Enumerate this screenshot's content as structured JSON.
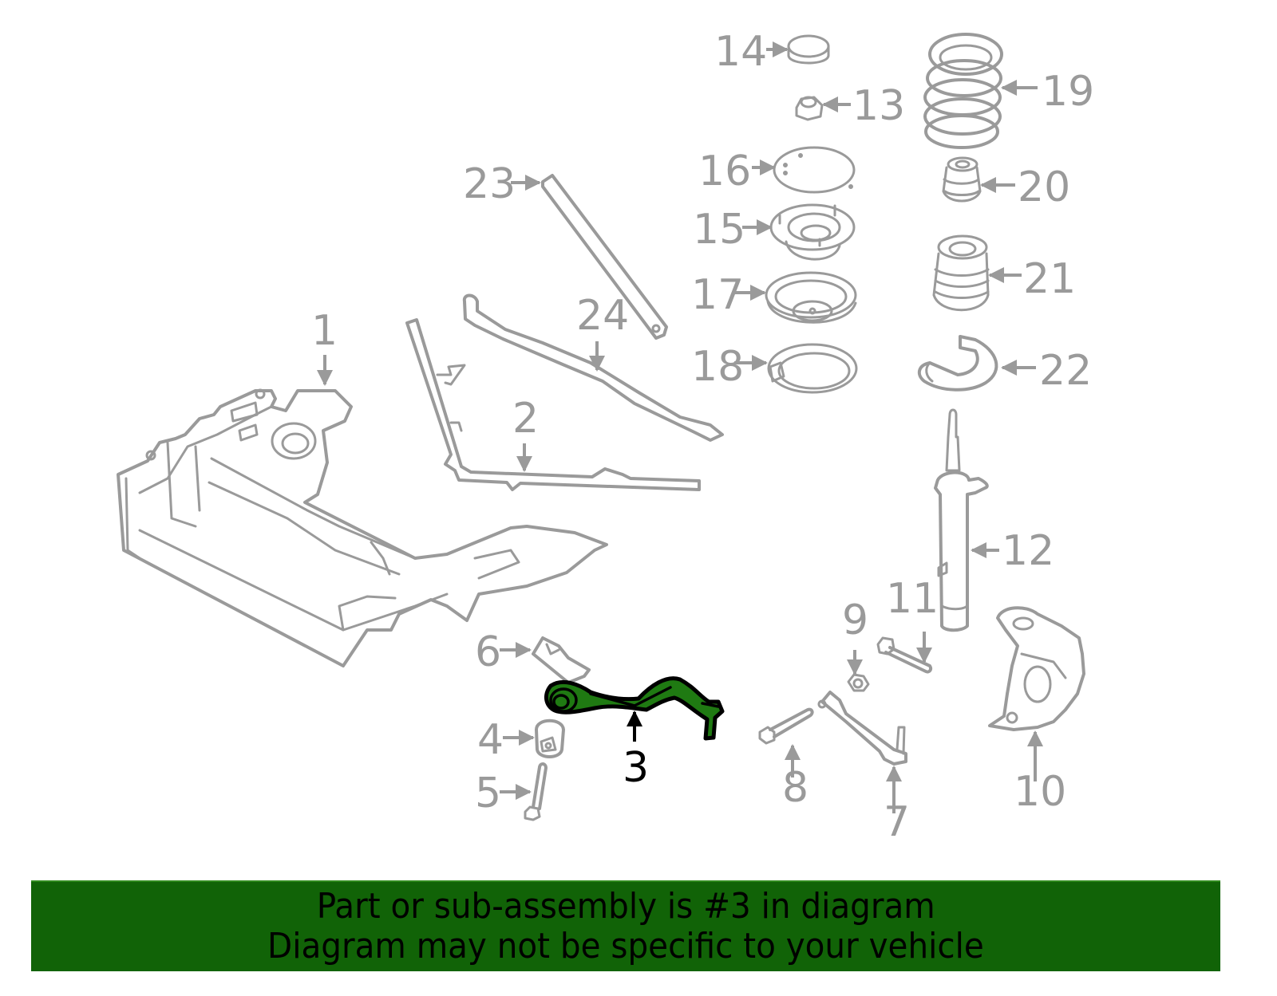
{
  "diagram": {
    "title": "Front suspension exploded parts diagram",
    "highlighted_part": "3",
    "highlight_color": "#1f7a12",
    "line_color": "#9a9a9a",
    "callouts": [
      {
        "id": "1",
        "label": "1"
      },
      {
        "id": "2",
        "label": "2"
      },
      {
        "id": "3",
        "label": "3"
      },
      {
        "id": "4",
        "label": "4"
      },
      {
        "id": "5",
        "label": "5"
      },
      {
        "id": "6",
        "label": "6"
      },
      {
        "id": "7",
        "label": "7"
      },
      {
        "id": "8",
        "label": "8"
      },
      {
        "id": "9",
        "label": "9"
      },
      {
        "id": "10",
        "label": "10"
      },
      {
        "id": "11",
        "label": "11"
      },
      {
        "id": "12",
        "label": "12"
      },
      {
        "id": "13",
        "label": "13"
      },
      {
        "id": "14",
        "label": "14"
      },
      {
        "id": "15",
        "label": "15"
      },
      {
        "id": "16",
        "label": "16"
      },
      {
        "id": "17",
        "label": "17"
      },
      {
        "id": "18",
        "label": "18"
      },
      {
        "id": "19",
        "label": "19"
      },
      {
        "id": "20",
        "label": "20"
      },
      {
        "id": "21",
        "label": "21"
      },
      {
        "id": "22",
        "label": "22"
      },
      {
        "id": "23",
        "label": "23"
      },
      {
        "id": "24",
        "label": "24"
      }
    ]
  },
  "banner": {
    "background": "#116307",
    "line1": "Part or sub-assembly is #3 in diagram",
    "line2": "Diagram may not be specific to your vehicle"
  }
}
